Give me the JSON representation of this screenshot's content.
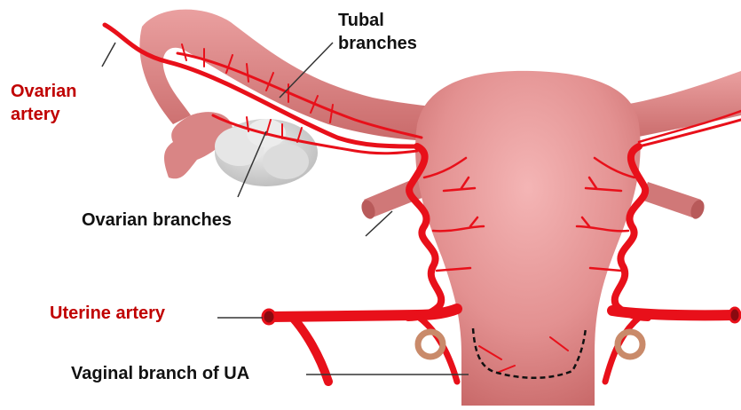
{
  "labels": {
    "tubal_line1": "Tubal",
    "tubal_line2": "branches",
    "ovarian_artery_line1": "Ovarian",
    "ovarian_artery_line2": "artery",
    "ovarian_branches": "Ovarian branches",
    "uterine_artery": "Uterine artery",
    "vaginal_branch": "Vaginal branch of UA"
  },
  "colors": {
    "label_red": "#c00000",
    "label_black": "#111111",
    "artery": "#e8101a",
    "tissue": "#de8a8a",
    "tissue_shadow": "#c96a6a",
    "ovary": "#d2d2d2",
    "ring": "#c98a6a"
  }
}
